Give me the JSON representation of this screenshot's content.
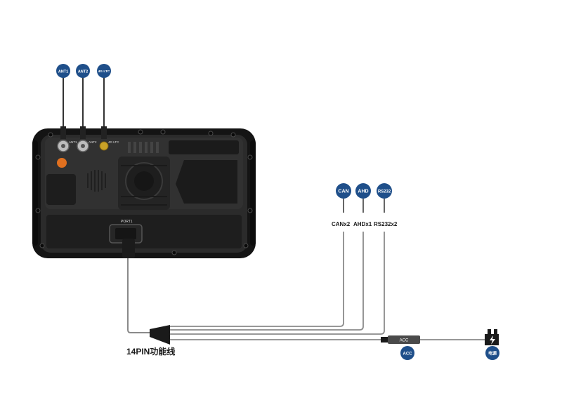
{
  "antennas": {
    "ant1": {
      "badge": "ANT1",
      "port_label": "ANT1"
    },
    "ant2": {
      "badge": "ANT2",
      "port_label": "ANT2"
    },
    "lte": {
      "badge": "4G LTC",
      "port_label": "4G LTC"
    }
  },
  "device": {
    "port_label": "PORT1"
  },
  "interfaces": [
    {
      "badge": "CAN",
      "label": "CANx2"
    },
    {
      "badge": "AHD",
      "label": "AHDx1"
    },
    {
      "badge": "RS232",
      "label": "RS232x2"
    }
  ],
  "acc": {
    "tag": "ACC",
    "badge": "ACC"
  },
  "power": {
    "badge": "电源"
  },
  "cable_label": "14PIN功能线",
  "colors": {
    "badge": "#1f4f8a",
    "device_body": "#2b2b2b",
    "device_frame": "#141414",
    "cable": "#8a8a8a",
    "power_port": "#e0701f",
    "lte_connector": "#c9a227"
  }
}
